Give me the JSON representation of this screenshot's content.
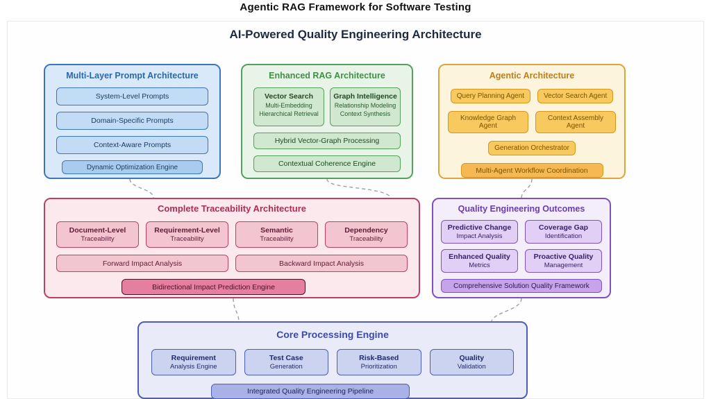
{
  "page": {
    "title": "Agentic RAG Framework for Software Testing"
  },
  "diagram": {
    "title": "AI-Powered Quality Engineering Architecture",
    "prompt": {
      "title": "Multi-Layer Prompt Architecture",
      "items": [
        "System-Level Prompts",
        "Domain-Specific Prompts",
        "Context-Aware Prompts"
      ],
      "engine": "Dynamic Optimization Engine"
    },
    "rag": {
      "title": "Enhanced RAG Architecture",
      "vector": {
        "title": "Vector Search",
        "lines": [
          "Multi-Embedding",
          "Hierarchical Retrieval"
        ]
      },
      "graph": {
        "title": "Graph Intelligence",
        "lines": [
          "Relationship Modeling",
          "Context Synthesis"
        ]
      },
      "hybrid": "Hybrid Vector-Graph Processing",
      "coherence": "Contextual Coherence Engine"
    },
    "agentic": {
      "title": "Agentic Architecture",
      "agents": [
        "Query Planning Agent",
        "Vector Search Agent",
        "Knowledge Graph Agent",
        "Context Assembly Agent",
        "Generation Orchestrator"
      ],
      "coordination": "Multi-Agent Workflow Coordination"
    },
    "traceability": {
      "title": "Complete Traceability Architecture",
      "cells": [
        {
          "title": "Document-Level",
          "sub": "Traceability"
        },
        {
          "title": "Requirement-Level",
          "sub": "Traceability"
        },
        {
          "title": "Semantic",
          "sub": "Traceability"
        },
        {
          "title": "Dependency",
          "sub": "Traceability"
        }
      ],
      "forward": "Forward Impact Analysis",
      "backward": "Backward Impact Analysis",
      "engine": "Bidirectional Impact Prediction Engine"
    },
    "outcomes": {
      "title": "Quality Engineering Outcomes",
      "cells": [
        {
          "title": "Predictive Change",
          "sub": "Impact Analysis"
        },
        {
          "title": "Coverage Gap",
          "sub": "Identification"
        },
        {
          "title": "Enhanced Quality",
          "sub": "Metrics"
        },
        {
          "title": "Proactive Quality",
          "sub": "Management"
        }
      ],
      "framework": "Comprehensive Solution Quality Framework"
    },
    "core": {
      "title": "Core Processing Engine",
      "cells": [
        {
          "title": "Requirement",
          "sub": "Analysis Engine"
        },
        {
          "title": "Test Case",
          "sub": "Generation"
        },
        {
          "title": "Risk-Based",
          "sub": "Prioritization"
        },
        {
          "title": "Quality",
          "sub": "Validation"
        }
      ],
      "pipeline": "Integrated Quality Engineering Pipeline"
    },
    "colors": {
      "prompt_accent": "#3a76b8",
      "rag_accent": "#55a05a",
      "agentic_accent": "#dfa33c",
      "traceability_accent": "#bf3f63",
      "outcomes_accent": "#7e52bd",
      "core_accent": "#4d5cb5"
    }
  }
}
